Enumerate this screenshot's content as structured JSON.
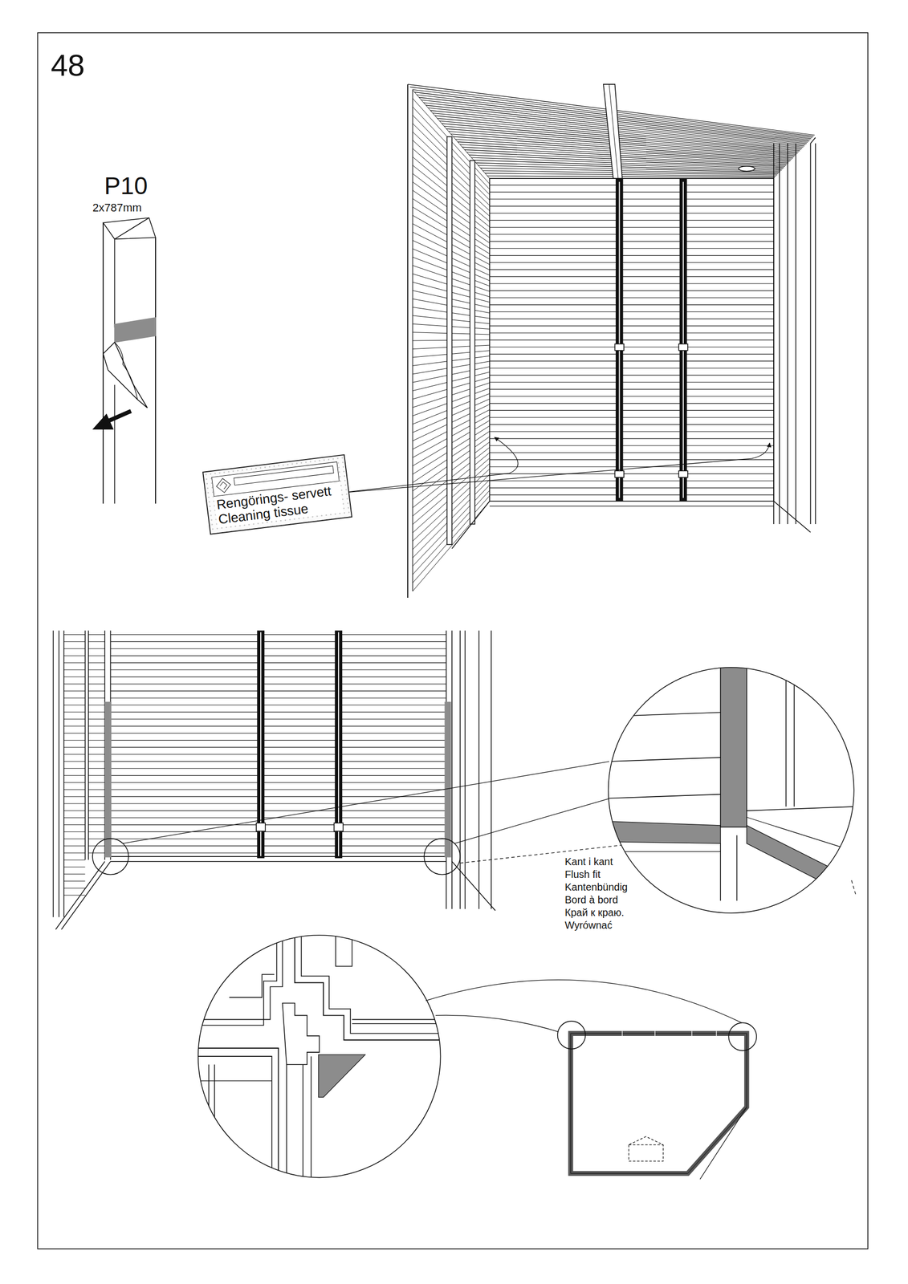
{
  "diagram": {
    "nodes": [
      {
        "text": [
          "Rengörings- servett",
          "Cleaning tissue"
        ]
      }
    ],
    "labels": [
      "48",
      "P10",
      "2x787mm",
      "Kant i kant",
      "Flush fit",
      "Kantenbündig",
      "Bord à bord",
      "Край к краю.",
      "Wyrównać"
    ]
  }
}
